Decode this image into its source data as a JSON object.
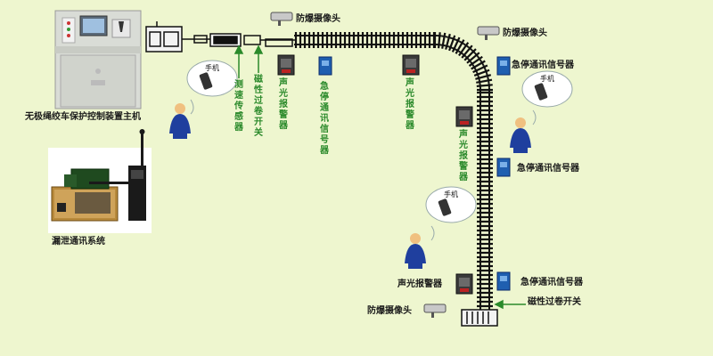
{
  "main_unit_label": "无极绳绞车保护控制装置主机",
  "leaky_comm_label": "漏泄通讯系统",
  "speed_sensor_label": "测速传感器",
  "magnetic_switch_top_label": "磁性过卷开关",
  "magnetic_switch_bottom_label": "磁性过卷开关",
  "sound_light_alarm_label": "声光报警器",
  "emergency_stop_label": "急停通讯信号器",
  "camera_label": "防爆摄像头",
  "phone_label": "手机",
  "colors": {
    "background": "#eef6cf",
    "track": "#111111",
    "label_dark": "#1b1b1b",
    "label_green": "#2b8a2b",
    "worker": "#1f3f9e"
  }
}
